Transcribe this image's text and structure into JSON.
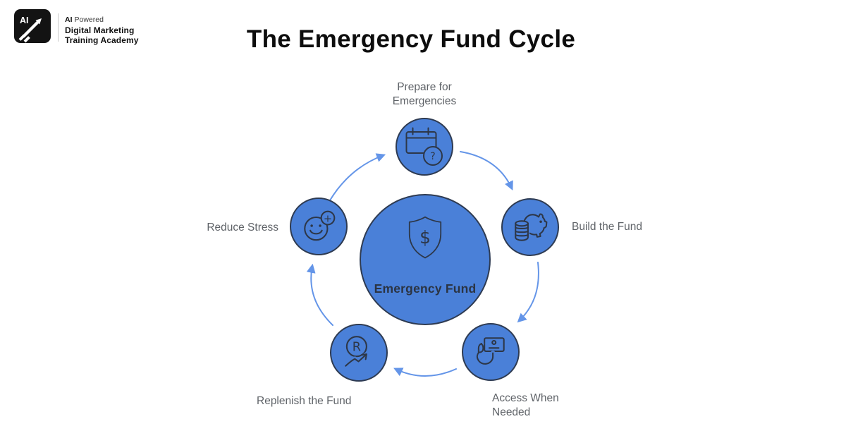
{
  "header": {
    "logo_badge_text": "AI",
    "brand_line1_bold": "AI",
    "brand_line1_rest": "Powered",
    "brand_line2": "Digital Marketing",
    "brand_line3": "Training Academy",
    "title": "The Emergency Fund Cycle"
  },
  "diagram": {
    "center": {
      "label": "Emergency Fund",
      "icon": "shield-dollar-icon",
      "glyph": "$"
    },
    "steps": [
      {
        "label": "Prepare for\nEmergencies",
        "icon": "calendar-question-icon",
        "glyph": "?"
      },
      {
        "label": "Build the Fund",
        "icon": "piggy-bank-coins-icon",
        "glyph": ""
      },
      {
        "label": "Access When\nNeeded",
        "icon": "hand-card-icon",
        "glyph": ""
      },
      {
        "label": "Replenish the Fund",
        "icon": "replenish-growth-icon",
        "glyph": "R"
      },
      {
        "label": "Reduce Stress",
        "icon": "smiley-plus-icon",
        "glyph": "+"
      }
    ]
  },
  "colors": {
    "node_fill": "#4a80d8",
    "node_border": "#2e3b52",
    "icon_stroke": "#2d3748",
    "arrow": "#6495e8",
    "label_text": "#5f6368",
    "center_label_text": "#2b3443",
    "title_text": "#0d0d0d"
  }
}
